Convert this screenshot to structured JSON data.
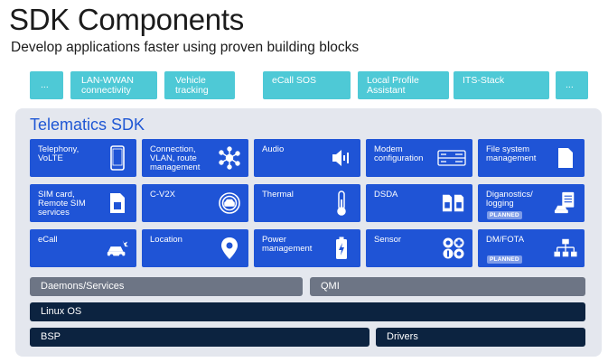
{
  "header": {
    "title": "SDK Components",
    "subtitle": "Develop applications faster using proven building blocks"
  },
  "applications": [
    {
      "label": "..."
    },
    {
      "label": "LAN-WWAN connectivity"
    },
    {
      "label": "Vehicle tracking"
    },
    {
      "label": "eCall SOS"
    },
    {
      "label": "Local Profile Assistant"
    },
    {
      "label": "ITS-Stack"
    },
    {
      "label": "..."
    }
  ],
  "sdk": {
    "title": "Telematics SDK",
    "tiles": [
      {
        "label": "Telephony, VoLTE",
        "icon": "smartphone-icon"
      },
      {
        "label": "Connection, VLAN, route management",
        "icon": "network-hub-icon"
      },
      {
        "label": "Audio",
        "icon": "speaker-icon"
      },
      {
        "label": "Modem configuration",
        "icon": "modem-icon"
      },
      {
        "label": "File system management",
        "icon": "file-icon"
      },
      {
        "label": "SIM card, Remote SIM services",
        "icon": "sim-card-icon"
      },
      {
        "label": "C-V2X",
        "icon": "car-signal-icon"
      },
      {
        "label": "Thermal",
        "icon": "thermometer-icon"
      },
      {
        "label": "DSDA",
        "icon": "dual-sim-icon"
      },
      {
        "label": "Diganostics/ logging",
        "icon": "diagnostics-icon",
        "badge": "PLANNED"
      },
      {
        "label": "eCall",
        "icon": "car-crash-icon"
      },
      {
        "label": "Location",
        "icon": "location-pin-icon"
      },
      {
        "label": "Power management",
        "icon": "battery-icon"
      },
      {
        "label": "Sensor",
        "icon": "sensor-icon"
      },
      {
        "label": "DM/FOTA",
        "icon": "hierarchy-icon",
        "badge": "PLANNED"
      }
    ]
  },
  "layers": {
    "daemons": "Daemons/Services",
    "qmi": "QMI",
    "linux": "Linux OS",
    "bsp": "BSP",
    "drivers": "Drivers"
  },
  "colors": {
    "app_tile": "#4ec9d6",
    "sdk_tile": "#1f54d6",
    "panel": "#e4e7ee",
    "sdk_title": "#1f57d4",
    "grey_layer": "#6d7585",
    "dark_layer": "#0c2340"
  }
}
